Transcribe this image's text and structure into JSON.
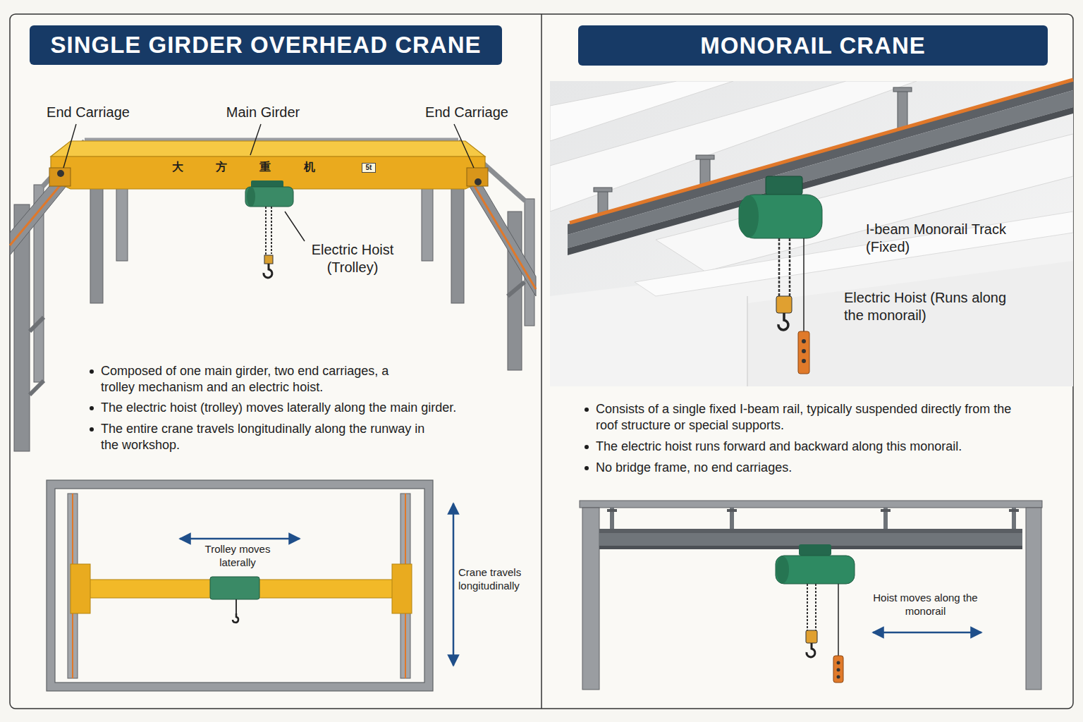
{
  "diagram": {
    "nodes": [
      {
        "text": [
          "SINGLE GIRDER OVERHEAD CRANE"
        ]
      },
      {
        "text": [
          "5t"
        ]
      },
      {
        "text": [
          "MONORAIL CRANE"
        ]
      }
    ],
    "labels": [
      "End Carriage",
      "Main Girder",
      "End Carriage",
      "大",
      "方",
      "重",
      "机",
      "Electric Hoist (Trolley)",
      "Composed of one main girder, two end carriages, a trolley mechanism and an electric hoist.",
      "The electric hoist (trolley) moves laterally along the main girder.",
      "The entire crane travels longitudinally along the runway in the workshop.",
      "Trolley moves laterally",
      "Crane travels longitudinally",
      "I-beam Monorail Track (Fixed)",
      "Electric Hoist (Runs along the monorail)",
      "Consists of a single fixed I-beam rail, typically suspended directly from the roof structure or special supports.",
      "The electric hoist runs forward and backward along this monorail.",
      "No bridge frame, no end carriages.",
      "Hoist moves along the monorail"
    ]
  }
}
